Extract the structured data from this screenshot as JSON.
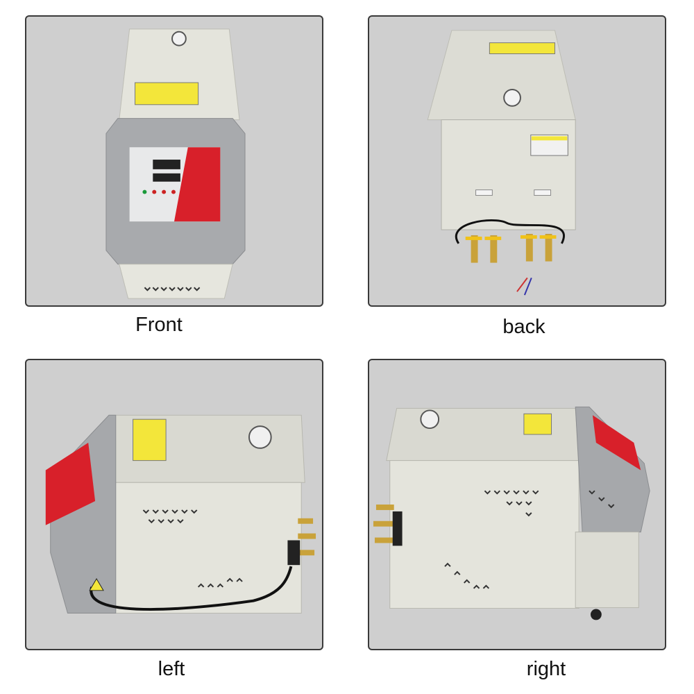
{
  "views": {
    "front": {
      "label": "Front"
    },
    "back": {
      "label": "back"
    },
    "left": {
      "label": "left"
    },
    "right": {
      "label": "right"
    }
  },
  "colors": {
    "background": "#cfcfcf",
    "cabinet": "#e6e6dd",
    "panel_gray": "#a9abad",
    "accent_red": "#d8202a",
    "warning_yellow": "#f5e63a",
    "brass": "#c9a23a"
  },
  "icons": [
    "pressure-gauge-icon",
    "warning-label-icon",
    "vent-slots-icon",
    "valve-icon",
    "power-cable-icon"
  ]
}
